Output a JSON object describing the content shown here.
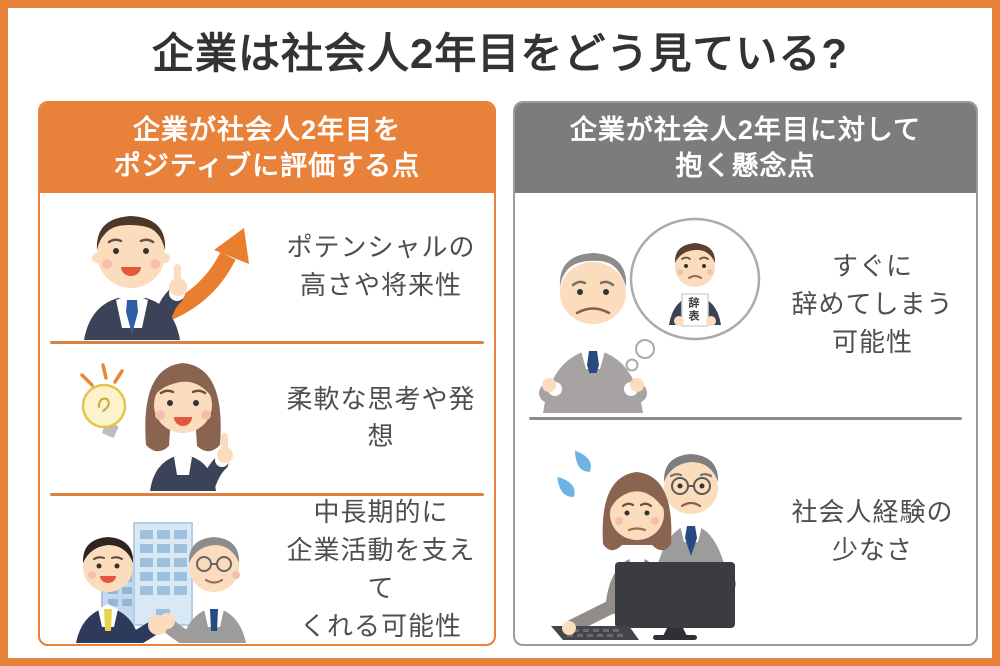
{
  "page": {
    "title": "企業は社会人2年目をどう見ている?"
  },
  "colors": {
    "accent_orange": "#E8813A",
    "header_gray": "#7C7C7C",
    "divider_orange": "#DC8040",
    "divider_gray": "#8C8C8C",
    "title_text": "#333333",
    "item_text": "#4E4E4E"
  },
  "left_panel": {
    "header_line1": "企業が社会人2年目を",
    "header_line2": "ポジティブに評価する点",
    "items": [
      {
        "illustration": "man-pointing-with-rising-arrow",
        "label_lines": [
          "ポテンシャルの",
          "高さや将来性"
        ]
      },
      {
        "illustration": "woman-with-lightbulb-idea",
        "label_lines": [
          "柔軟な思考や発想"
        ]
      },
      {
        "illustration": "two-businessmen-handshake-office-building",
        "label_lines": [
          "中長期的に",
          "企業活動を支えて",
          "くれる可能性"
        ]
      }
    ]
  },
  "right_panel": {
    "header_line1": "企業が社会人2年目に対して",
    "header_line2": "抱く懸念点",
    "items": [
      {
        "illustration": "worried-manager-thought-bubble-resignation",
        "bubble_paper_text": "辞表",
        "label_lines": [
          "すぐに",
          "辞めてしまう",
          "可能性"
        ]
      },
      {
        "illustration": "stressed-woman-at-computer-with-supervisor",
        "label_lines": [
          "社会人経験の",
          "少なさ"
        ]
      }
    ]
  }
}
